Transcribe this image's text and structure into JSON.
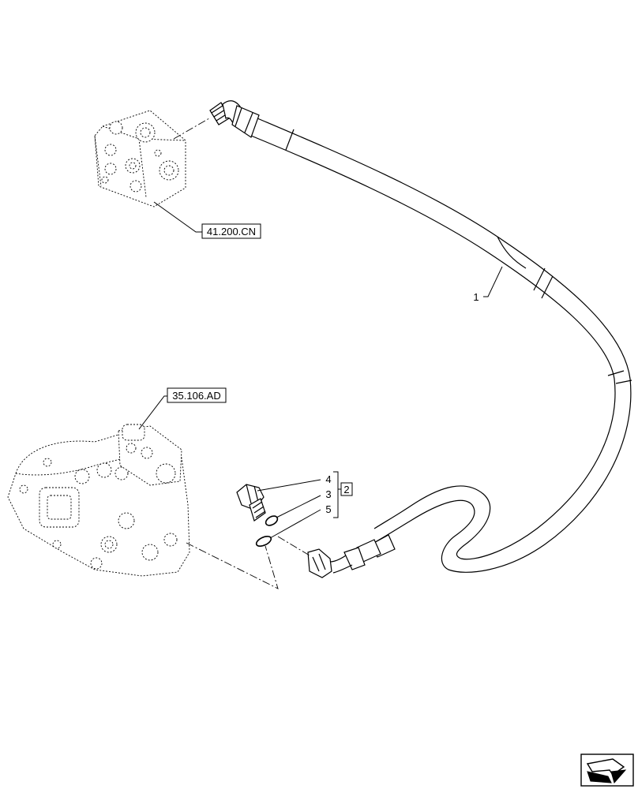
{
  "references": {
    "valve_block": "41.200.CN",
    "pump": "35.106.AD"
  },
  "callouts": {
    "hose": "1",
    "assembly": "2",
    "o_ring_small": "3",
    "adapter_fitting": "4",
    "o_ring_large": "5"
  },
  "nav": {
    "icon": "next-page-arrow-icon"
  }
}
